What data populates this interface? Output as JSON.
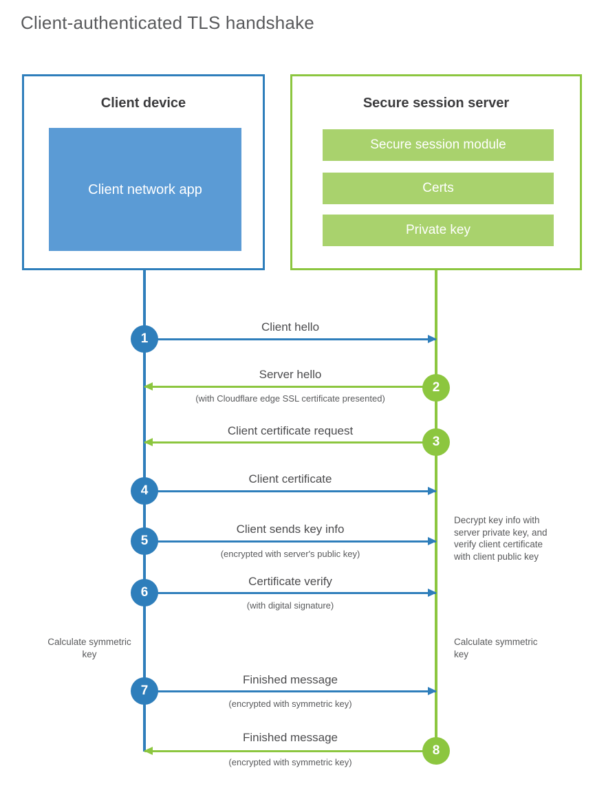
{
  "title": "Client-authenticated TLS handshake",
  "colors": {
    "blue": "#2e7ebb",
    "blue_fill": "#5b9bd5",
    "green": "#8cc63f",
    "green_fill": "#a9d26d",
    "text": "#58595b",
    "background": "#ffffff"
  },
  "actors": {
    "client": {
      "title": "Client device",
      "components": [
        "Client network app"
      ]
    },
    "server": {
      "title": "Secure session server",
      "components": [
        "Secure session module",
        "Certs",
        "Private key"
      ]
    }
  },
  "steps": [
    {
      "number": "1",
      "label": "Client hello",
      "sub": "",
      "direction": "client-to-server",
      "color": "blue"
    },
    {
      "number": "2",
      "label": "Server hello",
      "sub": "(with Cloudflare edge SSL certificate presented)",
      "direction": "server-to-client",
      "color": "green"
    },
    {
      "number": "3",
      "label": "Client certificate request",
      "sub": "",
      "direction": "server-to-client",
      "color": "green"
    },
    {
      "number": "4",
      "label": "Client certificate",
      "sub": "",
      "direction": "client-to-server",
      "color": "blue"
    },
    {
      "number": "5",
      "label": "Client sends key info",
      "sub": "(encrypted with server's public key)",
      "direction": "client-to-server",
      "color": "blue"
    },
    {
      "number": "6",
      "label": "Certificate verify",
      "sub": "(with digital signature)",
      "direction": "client-to-server",
      "color": "blue"
    },
    {
      "number": "7",
      "label": "Finished message",
      "sub": "(encrypted with symmetric key)",
      "direction": "client-to-server",
      "color": "blue"
    },
    {
      "number": "8",
      "label": "Finished message",
      "sub": "(encrypted with symmetric key)",
      "direction": "server-to-client",
      "color": "green"
    }
  ],
  "notes": {
    "server_decrypt": "Decrypt key info with server private key, and verify client certificate with client public key",
    "client_calculate": "Calculate symmetric key",
    "server_calculate": "Calculate symmetric key"
  }
}
